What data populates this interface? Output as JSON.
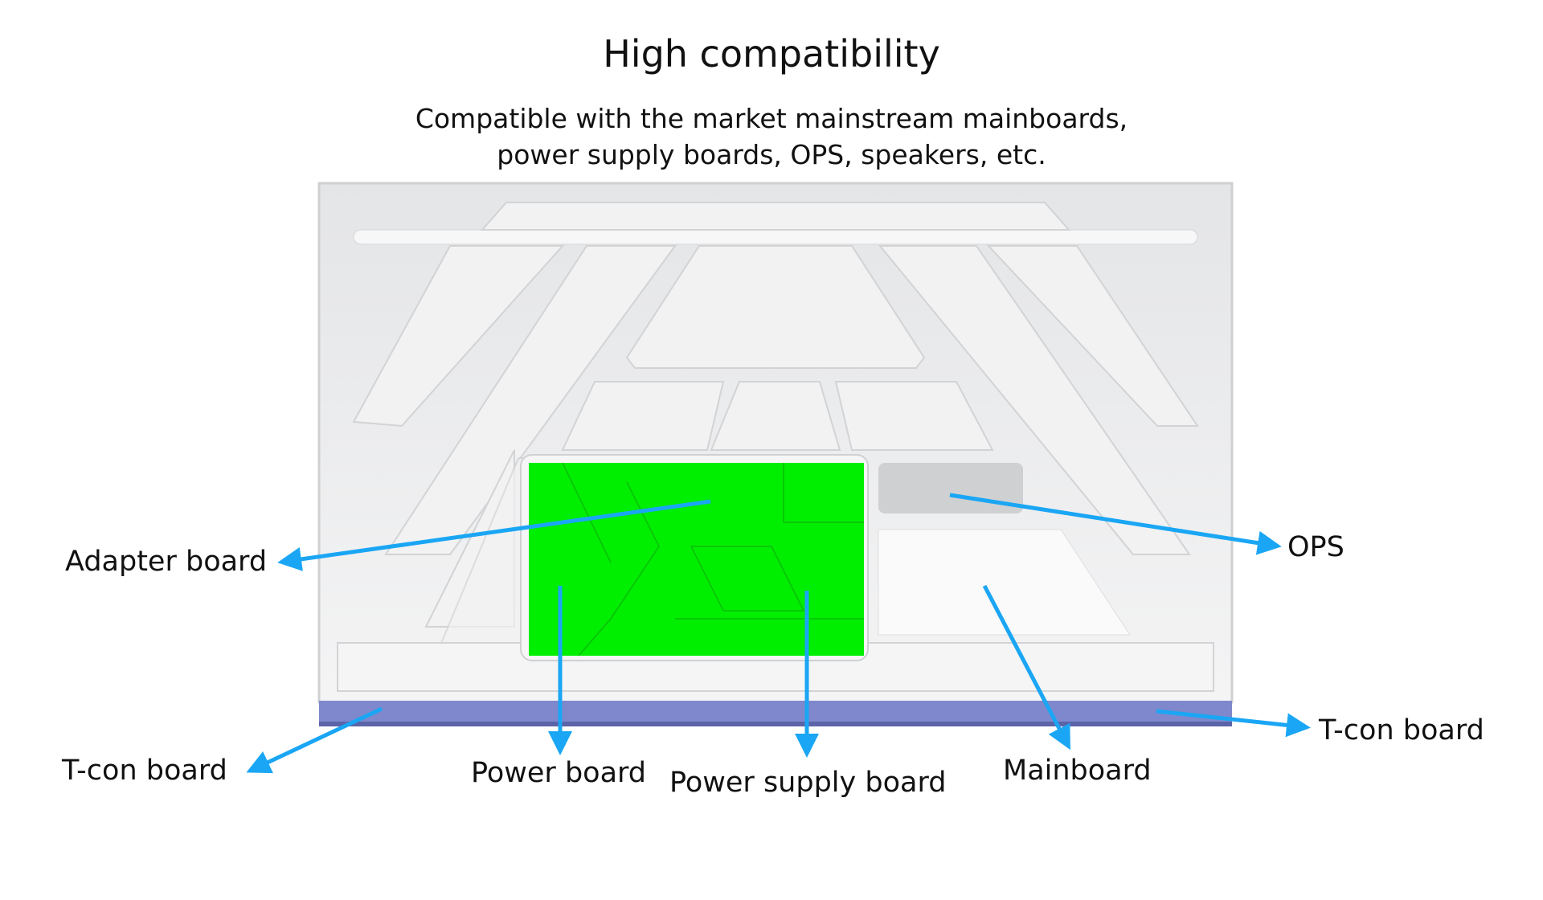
{
  "header": {
    "title": "High compatibility",
    "subtitle_line1": "Compatible with the market mainstream mainboards,",
    "subtitle_line2": "power supply boards, OPS, speakers, etc."
  },
  "labels": {
    "adapter_board": "Adapter board",
    "ops": "OPS",
    "tcon_left": "T-con board",
    "tcon_right": "T-con board",
    "power_board": "Power board",
    "power_supply_board": "Power supply board",
    "mainboard": "Mainboard"
  },
  "colors": {
    "arrow": "#1aa6f4",
    "adapter_area": "#00ee00",
    "tcon_strip": "#7f88cc",
    "ops_area": "#cfd0d2"
  }
}
